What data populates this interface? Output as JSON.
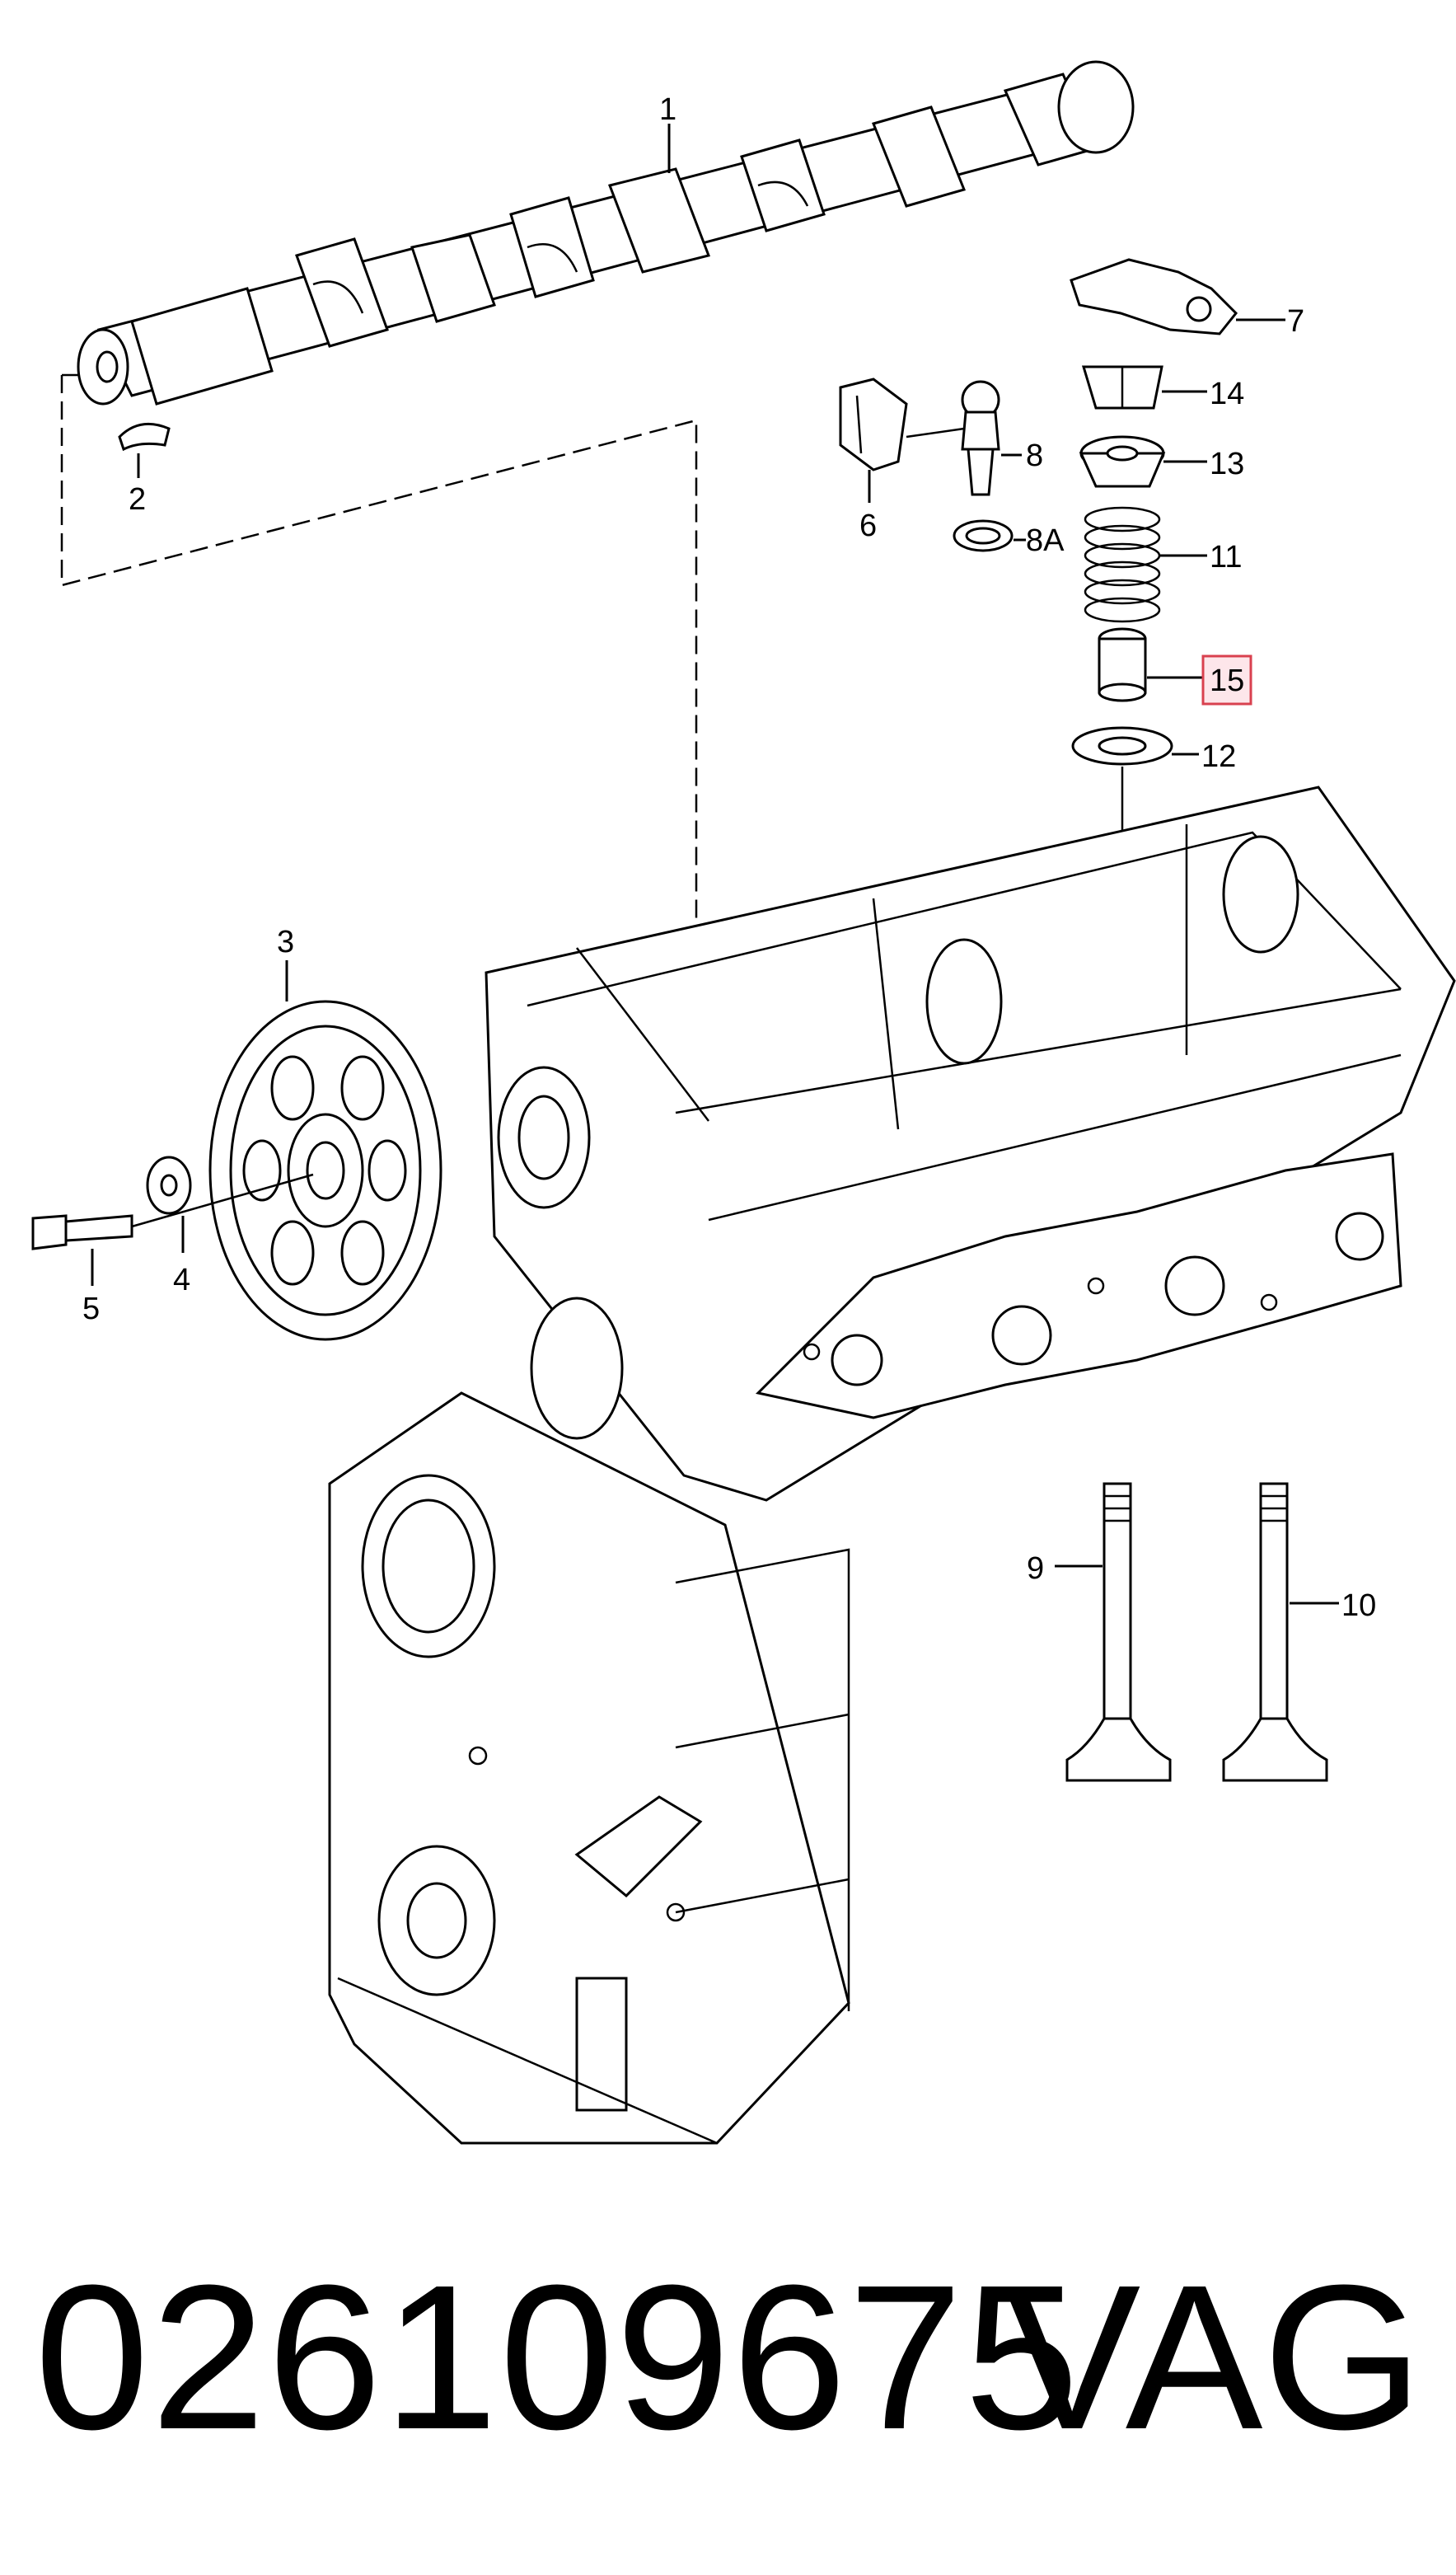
{
  "diagram": {
    "labels": {
      "l1": "1",
      "l2": "2",
      "l3": "3",
      "l4": "4",
      "l5": "5",
      "l6": "6",
      "l7": "7",
      "l8": "8",
      "l8a": "8A",
      "l9": "9",
      "l10": "10",
      "l11": "11",
      "l12": "12",
      "l13": "13",
      "l14": "14",
      "l15": "15"
    },
    "highlighted_part": "15",
    "highlight_color": "#d9414f"
  },
  "footer": {
    "part_number": "026109675",
    "brand": "VAG"
  }
}
